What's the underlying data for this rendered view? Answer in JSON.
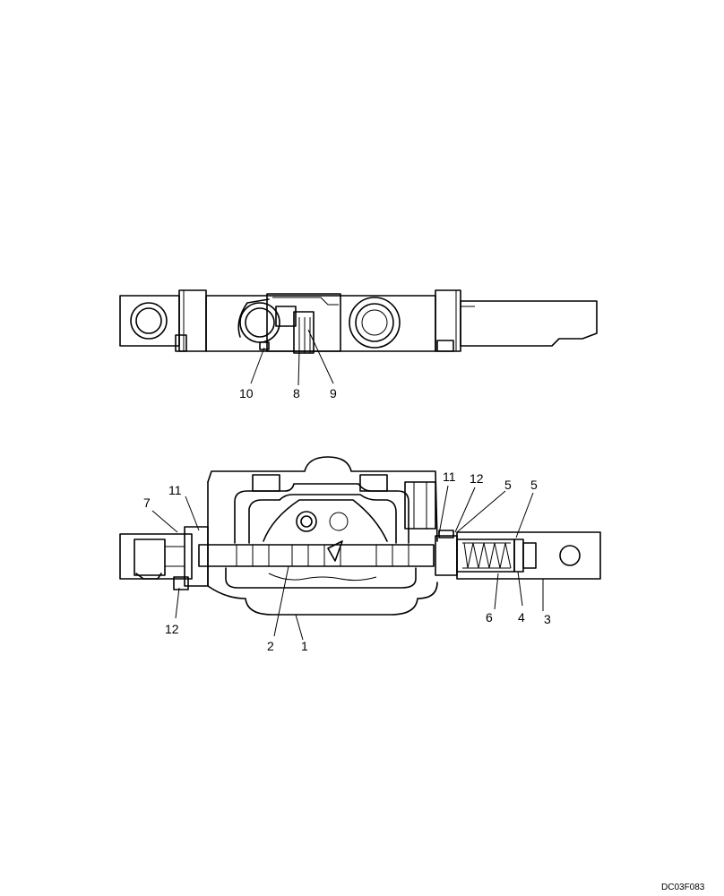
{
  "figure": {
    "reference_code": "DC03F083"
  },
  "top_view": {
    "callouts": [
      "10",
      "8",
      "9"
    ]
  },
  "section_view": {
    "callouts": [
      "7",
      "11",
      "11",
      "12",
      "5",
      "5",
      "12",
      "2",
      "1",
      "6",
      "4",
      "3"
    ]
  }
}
